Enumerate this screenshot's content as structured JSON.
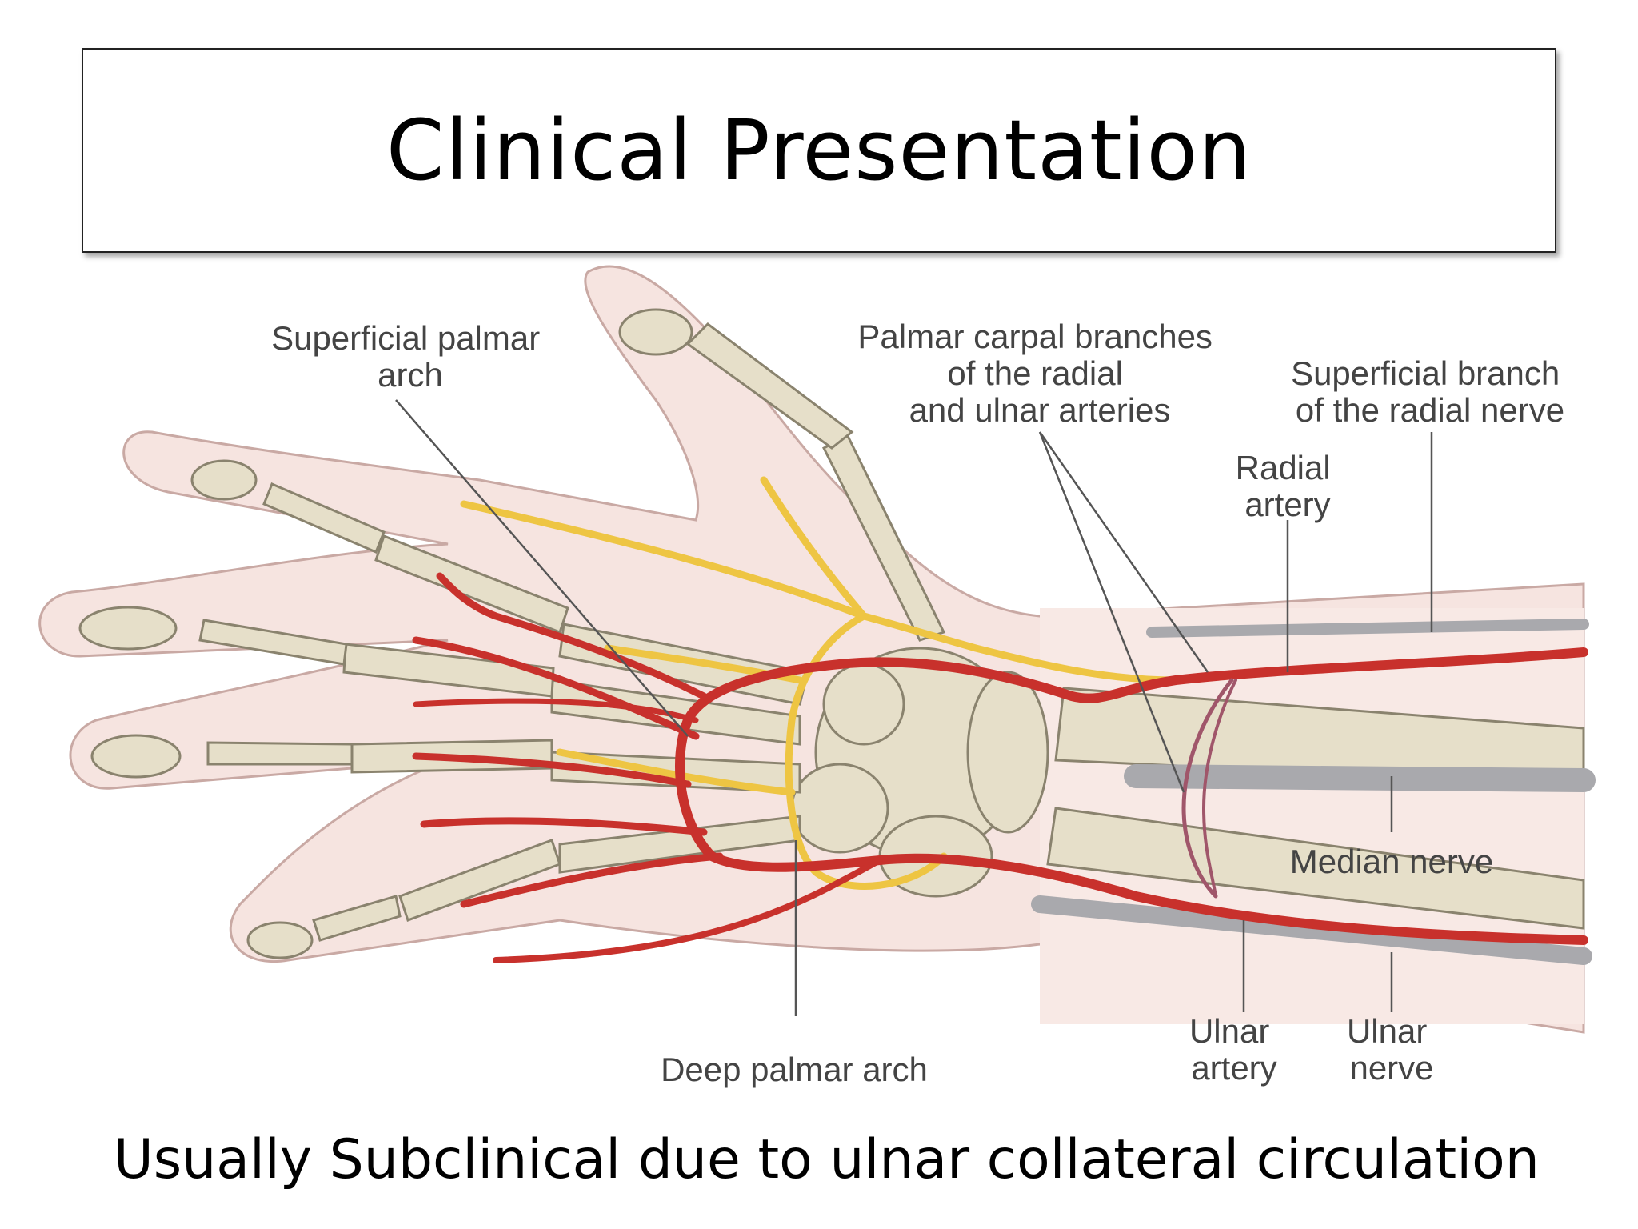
{
  "slide": {
    "title": "Clinical Presentation",
    "caption": "Usually Subclinical due to ulnar collateral circulation"
  },
  "diagram": {
    "labels": {
      "superficial_palmar_arch": [
        "Superficial palmar",
        "arch"
      ],
      "palmar_carpal_branches": [
        "Palmar carpal branches",
        "of the radial",
        "and ulnar arteries"
      ],
      "superficial_branch_radial_nerve": [
        "Superficial branch",
        "of the radial nerve"
      ],
      "radial_artery": [
        "Radial",
        "artery"
      ],
      "median_nerve": [
        "Median nerve"
      ],
      "deep_palmar_arch": [
        "Deep palmar arch"
      ],
      "ulnar_artery": [
        "Ulnar",
        "artery"
      ],
      "ulnar_nerve": [
        "Ulnar",
        "nerve"
      ]
    },
    "colors": {
      "skin": "#f6e4e0",
      "bone": "#e6dfc9",
      "artery": "#c8312c",
      "nerve_yellow": "#eec543",
      "nerve_gray": "#a9a9ad",
      "leader": "#555555"
    }
  }
}
